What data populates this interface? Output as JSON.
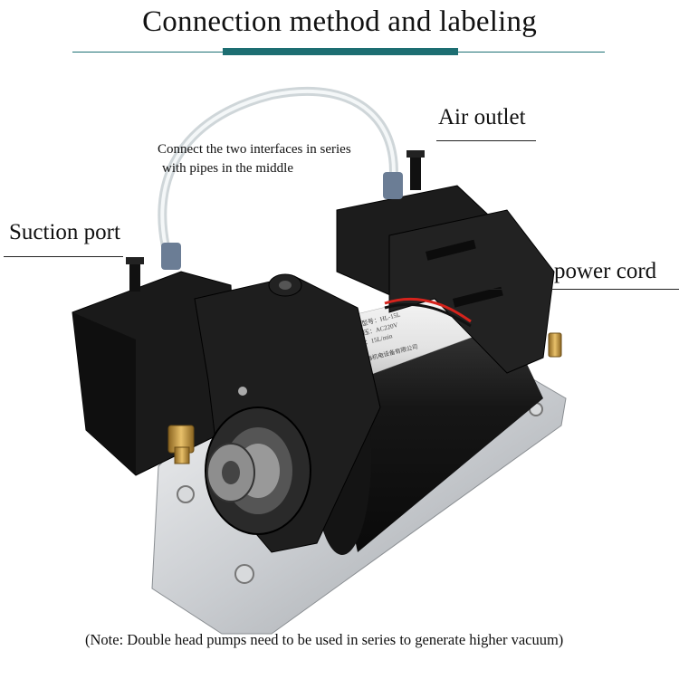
{
  "title": "Connection method and labeling",
  "labels": {
    "air_outlet": "Air outlet",
    "connect_line1": "Connect the two interfaces in series",
    "connect_line2": "with pipes in the middle",
    "suction_port": "Suction port",
    "power_cord": "power cord"
  },
  "note": "(Note: Double head pumps need to be used in series to generate higher vacuum)",
  "motor_label": {
    "line1": "型号：HL-15L",
    "line2": "电压：AC220V",
    "line3": "流量：15L/min",
    "line4": "中山市瑞海机电设备有限公司"
  },
  "colors": {
    "accent": "#1d6e72",
    "pump_body": "#1b1b1b",
    "brass": "#c79a3e",
    "tube": "#dfe5e7"
  }
}
